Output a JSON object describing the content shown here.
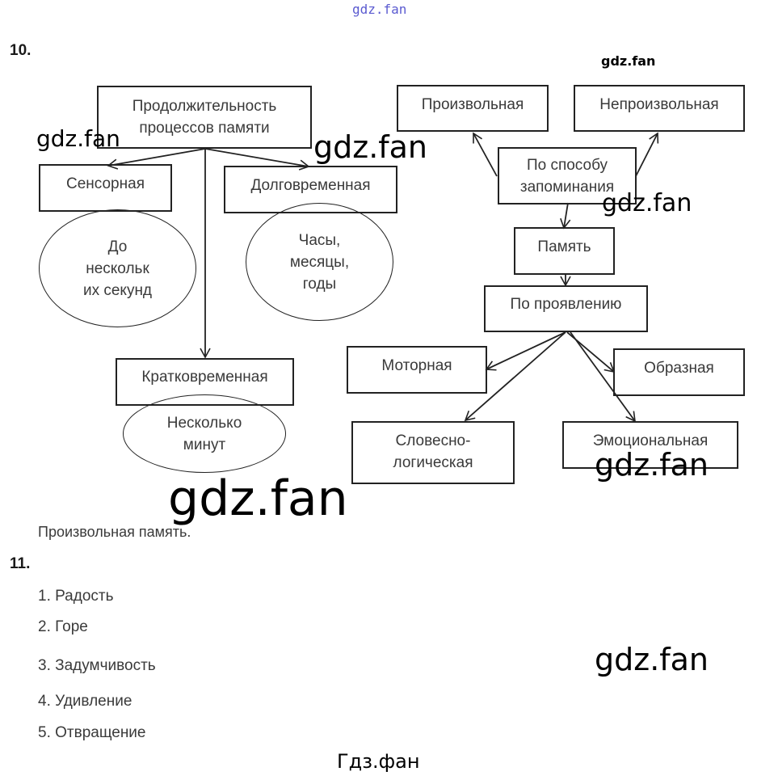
{
  "watermarks": {
    "top": "gdz.fan",
    "items": [
      "gdz.fan",
      "gdz.fan",
      "gdz.fan",
      "gdz.fan",
      "gdz.fan",
      "gdz.fan",
      "gdz.fan"
    ],
    "footer": "Гдз.фан"
  },
  "task10": {
    "number": "10.",
    "diagram_left": {
      "root": "Продолжительность\nпроцессов памяти",
      "sensory": "Сенсорная",
      "sensory_duration": "До\nнескольк\nих секунд",
      "long_term": "Долговременная",
      "long_term_duration": "Часы,\nмесяцы,\nгоды",
      "short_term": "Кратковременная",
      "short_term_duration": "Несколько\nминут"
    },
    "diagram_right": {
      "voluntary": "Произвольная",
      "involuntary": "Непроизвольная",
      "by_method": "По способу\nзапоминания",
      "memory": "Память",
      "by_manifestation": "По проявлению",
      "motor": "Моторная",
      "figurative": "Образная",
      "verbal_logical": "Словесно-\nлогическая",
      "emotional": "Эмоциональная"
    },
    "answer": "Произвольная память."
  },
  "task11": {
    "number": "11.",
    "items": [
      "1. Радость",
      "2. Горе",
      "3. Задумчивость",
      "4. Удивление",
      "5. Отвращение"
    ]
  }
}
